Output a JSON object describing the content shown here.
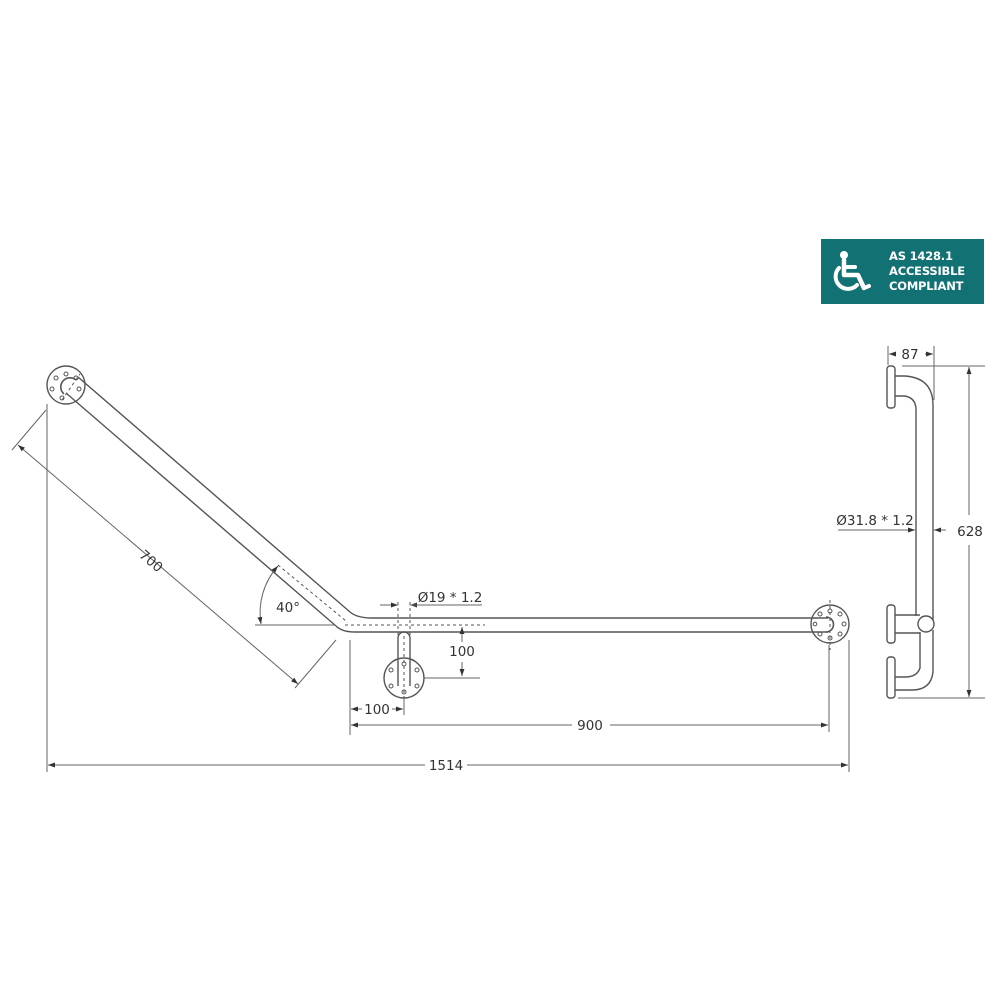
{
  "badge": {
    "icon": "wheelchair-icon",
    "line1": "AS 1428.1",
    "line2": "ACCESSIBLE",
    "line3": "COMPLIANT",
    "background_color": "#127173",
    "text_color": "#ffffff"
  },
  "plan_view": {
    "angled_leg_length": "700",
    "angle": "40°",
    "support_tube": "Ø19 * 1.2",
    "support_drop": "100",
    "support_offset": "100",
    "horizontal_leg_length": "900",
    "overall_width": "1514"
  },
  "side_view": {
    "projection": "87",
    "main_tube": "Ø31.8 * 1.2",
    "overall_height": "628"
  },
  "colors": {
    "line": "#555555",
    "dimension": "#666666",
    "text": "#333333"
  }
}
